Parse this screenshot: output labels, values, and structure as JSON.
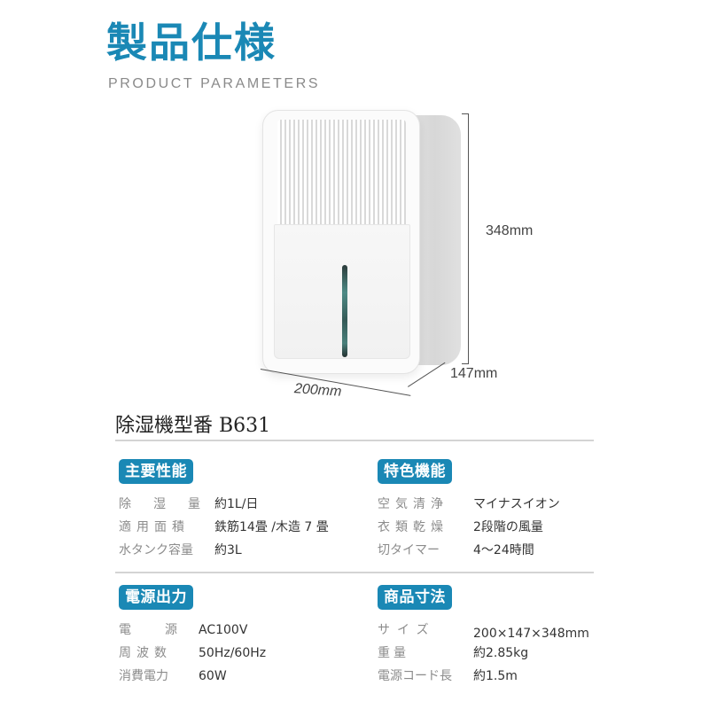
{
  "header": {
    "title": "製品仕様",
    "subtitle": "PRODUCT PARAMETERS"
  },
  "product_image": {
    "dimensions": {
      "height": "348mm",
      "depth": "147mm",
      "width": "200mm"
    }
  },
  "model": {
    "label": "除湿機型番 B631"
  },
  "colors": {
    "accent": "#1a88b5",
    "label_gray": "#8c8c8c",
    "divider": "#d4d4d4"
  },
  "sections": {
    "main_performance": {
      "title": "主要性能",
      "rows": [
        {
          "key": "除湿量",
          "value": "約1L/日"
        },
        {
          "key": "適用面積",
          "value": "鉄筋14畳 /木造 7 畳"
        },
        {
          "key": "水タンク容量",
          "value": "約3L"
        }
      ]
    },
    "features": {
      "title": "特色機能",
      "rows": [
        {
          "key": "空気清浄",
          "value": "マイナスイオン"
        },
        {
          "key": "衣類乾燥",
          "value": "2段階の風量"
        },
        {
          "key": "切タイマー",
          "value": "4〜24時間"
        }
      ]
    },
    "power": {
      "title": "電源出力",
      "rows": [
        {
          "key": "電源",
          "value": "AC100V"
        },
        {
          "key": "周波数",
          "value": "50Hz/60Hz"
        },
        {
          "key": "消費電力",
          "value": "60W"
        }
      ]
    },
    "dimensions": {
      "title": "商品寸法",
      "rows": [
        {
          "key": "サイズ",
          "value": "200×147×348mm"
        },
        {
          "key": "重量",
          "value": "約2.85kg"
        },
        {
          "key": "電源コード長",
          "value": "約1.5m"
        }
      ]
    }
  }
}
